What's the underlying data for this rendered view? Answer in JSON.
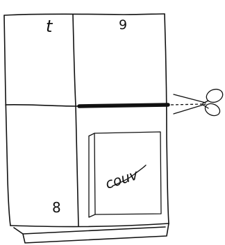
{
  "page_numbers": {
    "top_left": "t",
    "top_right": "9",
    "bottom_left": "8"
  },
  "cover_label": "couv",
  "cut_line": {
    "dashed_extension": true,
    "icon": "scissors-icon"
  },
  "colors": {
    "ink": "#111111",
    "paper": "#ffffff"
  }
}
